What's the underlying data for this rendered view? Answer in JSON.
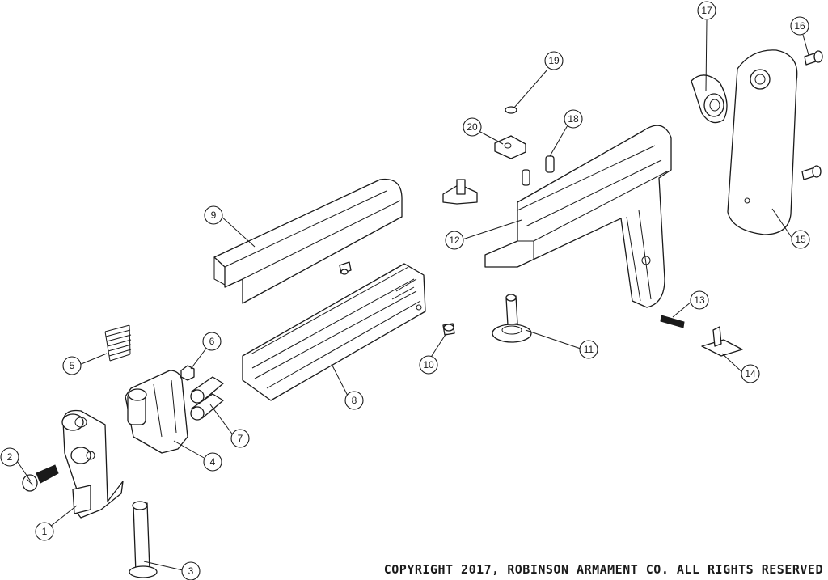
{
  "callouts": [
    {
      "id": "1",
      "label": "1"
    },
    {
      "id": "2",
      "label": "2"
    },
    {
      "id": "3",
      "label": "3"
    },
    {
      "id": "4",
      "label": "4"
    },
    {
      "id": "5",
      "label": "5"
    },
    {
      "id": "6",
      "label": "6"
    },
    {
      "id": "7",
      "label": "7"
    },
    {
      "id": "8",
      "label": "8"
    },
    {
      "id": "9",
      "label": "9"
    },
    {
      "id": "10",
      "label": "10"
    },
    {
      "id": "11",
      "label": "11"
    },
    {
      "id": "12",
      "label": "12"
    },
    {
      "id": "13",
      "label": "13"
    },
    {
      "id": "14",
      "label": "14"
    },
    {
      "id": "15",
      "label": "15"
    },
    {
      "id": "16",
      "label": "16"
    },
    {
      "id": "17",
      "label": "17"
    },
    {
      "id": "18",
      "label": "18"
    },
    {
      "id": "19",
      "label": "19"
    },
    {
      "id": "20",
      "label": "20"
    }
  ],
  "copyright": "COPYRIGHT 2017, ROBINSON ARMAMENT CO.  ALL RIGHTS RESERVED"
}
